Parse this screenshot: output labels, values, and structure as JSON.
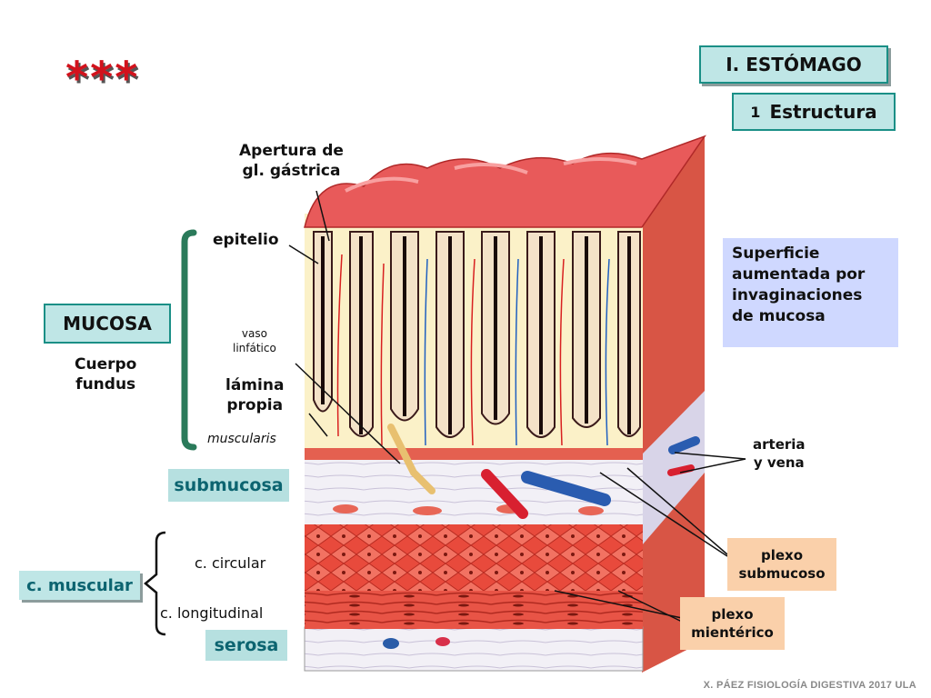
{
  "header": {
    "decor_stars": "***",
    "title": "I. ESTÓMAGO",
    "subtitle_num": "1",
    "subtitle": "Estructura"
  },
  "labels": {
    "apertura": "Apertura de",
    "apertura2": "gl. gástrica",
    "epitelio": "epitelio",
    "vaso": "vaso",
    "linfatico": "linfático",
    "lamina": "lámina",
    "propia": "propia",
    "muscularis": "muscularis",
    "mucosa": "MUCOSA",
    "cuerpo": "Cuerpo",
    "fundus": "fundus",
    "submucosa": "submucosa",
    "c_circular": "c. circular",
    "c_muscular": "c. muscular",
    "c_longitudinal": "c. longitudinal",
    "serosa": "serosa",
    "arteria": "arteria",
    "y_vena": "y vena",
    "plexo_sub1": "plexo",
    "plexo_sub2": "submucoso",
    "plexo_mien1": "plexo",
    "plexo_mien2": "mientérico"
  },
  "note": {
    "line1": "Superficie",
    "line2": "aumentada por",
    "line3": "invaginaciones",
    "line4": "de mucosa"
  },
  "credit": "X. PÁEZ   FISIOLOGÍA DIGESTIVA 2017  ULA",
  "colors": {
    "teal_border": "#1a8f86",
    "teal_fill": "#bfe6e6",
    "orange_fill": "#fad0aa",
    "blue_fill": "#cfd8ff",
    "star_red": "#d2121c"
  }
}
